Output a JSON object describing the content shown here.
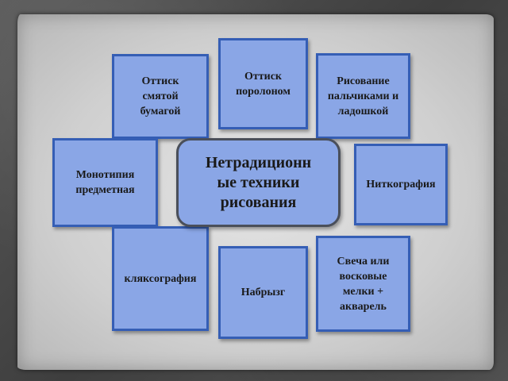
{
  "diagram": {
    "center": "Нетрадиционн\nые техники\nрисования",
    "nodes": {
      "crumpled_paper": "Оттиск\nсмятой\nбумагой",
      "foam": "Оттиск\nпоролоном",
      "fingers": "Рисование\nпальчиками и\nладошкой",
      "monotype": "Монотипия\nпредметная",
      "threadgraphy": "Ниткография",
      "blotography": "кляксография",
      "splatter": "Набрызг",
      "candle": "Свеча или\nвосковые\nмелки +\nакварель"
    }
  },
  "colors": {
    "box_fill": "#8aa6e6",
    "box_border": "#355eb5",
    "background": "#4a4a4a"
  }
}
